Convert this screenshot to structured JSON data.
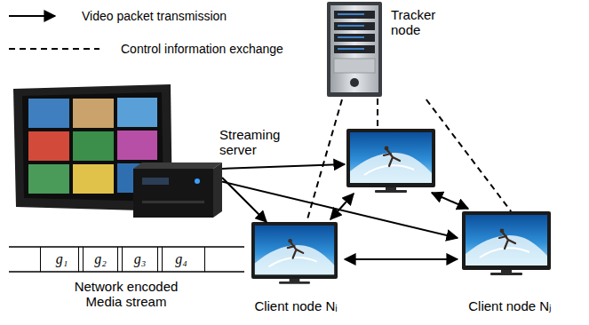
{
  "diagram": {
    "nodes": [
      {
        "text": [
          "Tracker node"
        ]
      },
      {
        "text": [
          "Streaming server"
        ]
      },
      {
        "text": [
          "Network encoded Media stream"
        ]
      },
      {
        "text": [
          "g₁"
        ],
        "in": 2
      },
      {
        "text": [
          "g₂"
        ],
        "in": 2
      },
      {
        "text": [
          "g₃"
        ],
        "in": 2
      },
      {
        "text": [
          "g₄"
        ],
        "in": 2
      },
      {
        "text": [
          "Client node Nᵢ"
        ]
      },
      {
        "text": [
          "Client node Nⱼ"
        ]
      }
    ],
    "edges": [
      {
        "from": 1,
        "to": 7,
        "arrow": "to"
      },
      {
        "from": 1,
        "to": 8,
        "arrow": "to"
      },
      {
        "from": 7,
        "to": 8,
        "arrow": "both"
      },
      {
        "from": 0,
        "to": 7,
        "arrow": "none"
      },
      {
        "from": 0,
        "to": 8,
        "arrow": "none"
      }
    ],
    "legend": [
      {
        "text": "Video packet transmission"
      },
      {
        "text": "Control information exchange"
      }
    ]
  }
}
